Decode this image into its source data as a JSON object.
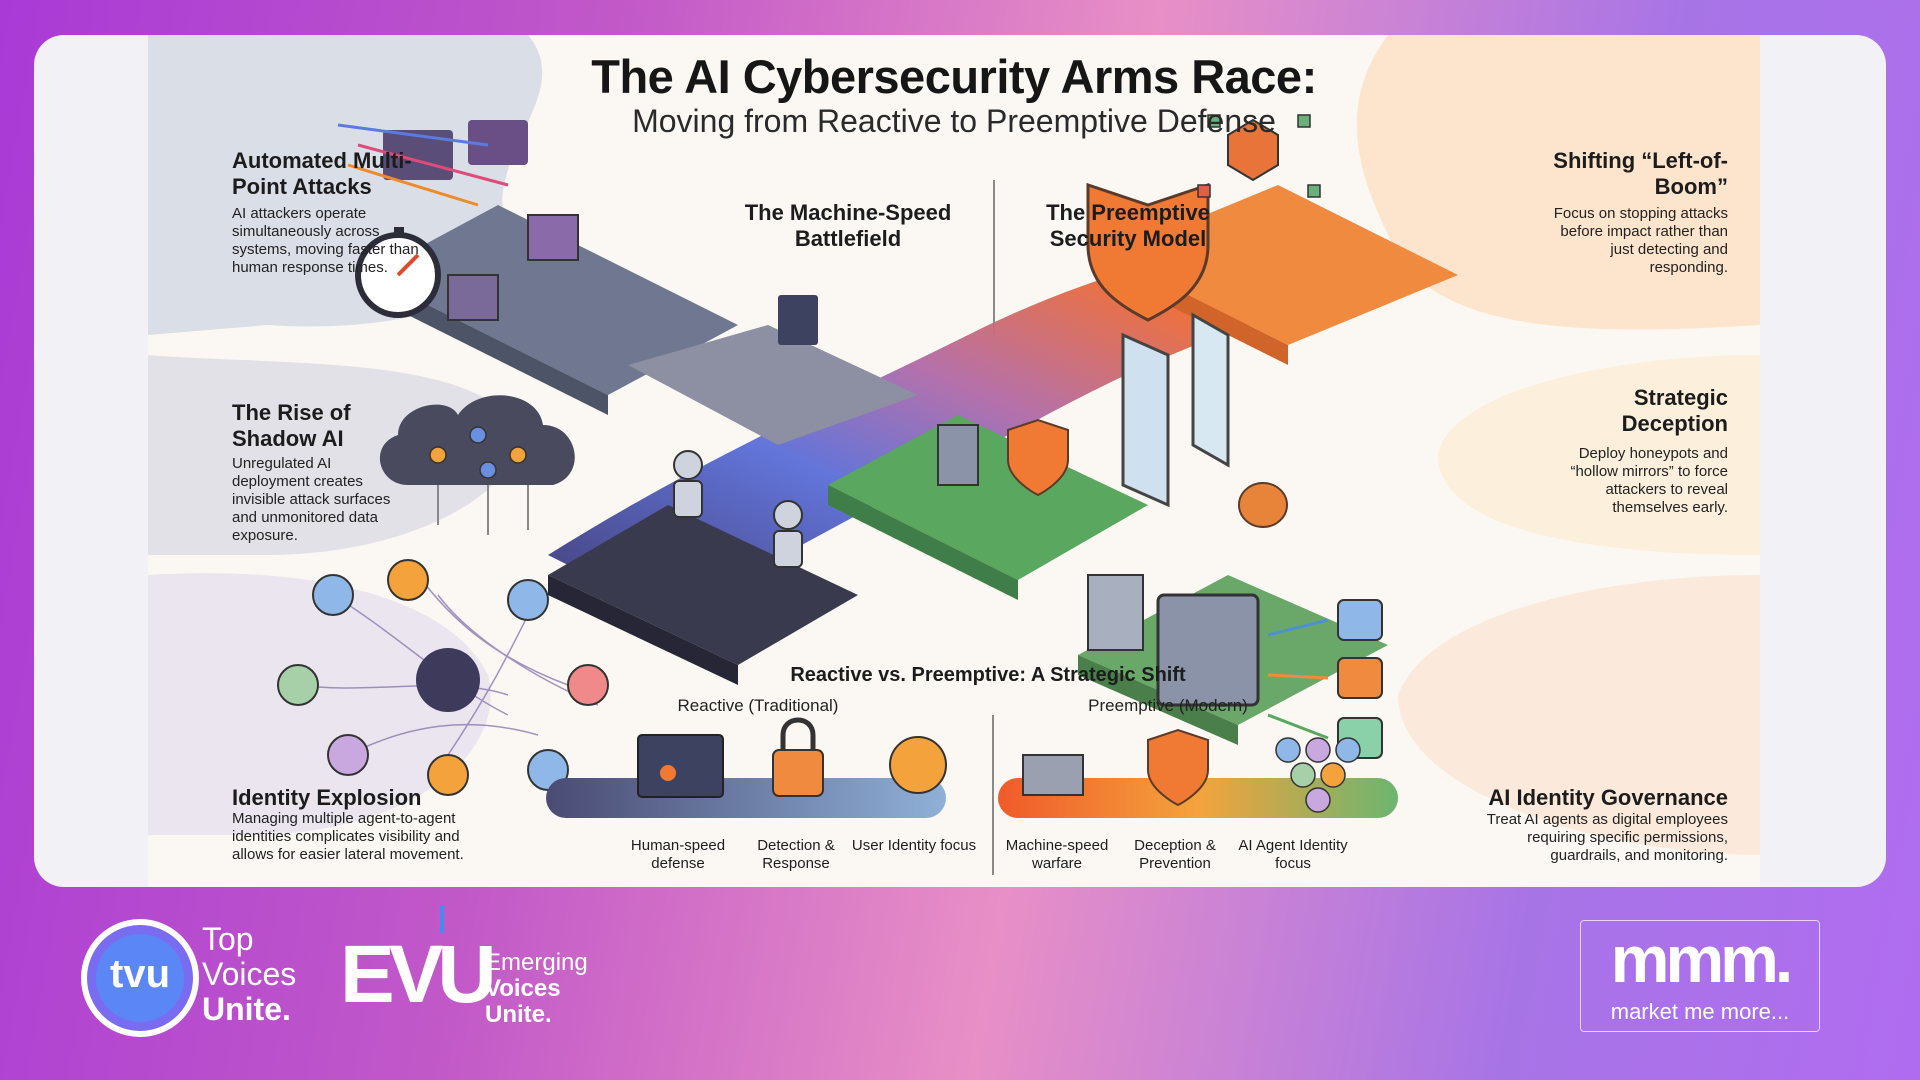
{
  "title": "The AI Cybersecurity Arms Race:",
  "subtitle": "Moving from Reactive to Preemptive Defense",
  "center_left_heading": "The Machine-Speed Battlefield",
  "center_right_heading": "The Preemptive Security Model",
  "left": [
    {
      "heading": "Automated Multi-Point Attacks",
      "text": "AI attackers operate simultaneously across systems, moving faster than human response times."
    },
    {
      "heading": "The Rise of Shadow AI",
      "text": "Unregulated AI deployment creates invisible attack surfaces and unmonitored data exposure."
    },
    {
      "heading": "Identity Explosion",
      "text": "Managing multiple agent-to-agent identities complicates visibility and allows for easier lateral movement."
    }
  ],
  "right": [
    {
      "heading": "Shifting “Left-of-Boom”",
      "text": "Focus on stopping attacks before impact rather than just detecting and responding."
    },
    {
      "heading": "Strategic Deception",
      "text": "Deploy honeypots and “hollow mirrors” to force attackers to reveal themselves early."
    },
    {
      "heading": "AI Identity Governance",
      "text": "Treat AI agents as digital employees requiring specific permissions, guardrails, and monitoring."
    }
  ],
  "comparison": {
    "title": "Reactive vs. Preemptive: A Strategic Shift",
    "reactive_label": "Reactive (Traditional)",
    "preemptive_label": "Preemptive (Modern)",
    "reactive_items": [
      "Human-speed defense",
      "Detection & Response",
      "User Identity focus"
    ],
    "preemptive_items": [
      "Machine-speed warfare",
      "Deception & Prevention",
      "AI Agent Identity focus"
    ]
  },
  "icons": [
    "stopwatch-icon",
    "server-cube-icon",
    "code-window-icon",
    "cloud-network-icon",
    "robot-icon",
    "identity-network-icon",
    "shield-icon",
    "hexagon-network-icon",
    "mirror-icon",
    "honeypot-icon",
    "vault-icon",
    "padlock-icon",
    "user-icon",
    "turret-icon",
    "robot-agent-icon"
  ],
  "footer": {
    "tvu_mark": "tvu",
    "tvu_line1": "Top",
    "tvu_line2": "Voices",
    "tvu_line3": "Unite.",
    "evu_mark": "EVU",
    "evu_line1": "Emerging",
    "evu_line2": "Voices",
    "evu_line3": "Unite.",
    "mmm_mark": "mmm.",
    "mmm_tagline": "market me more..."
  },
  "colors": {
    "background_purple": "#a93ad6",
    "card": "#f2f1f6",
    "orange": "#f06a2e",
    "blue": "#4f8fd0",
    "green": "#5aa860",
    "navy": "#3c3f5e"
  }
}
